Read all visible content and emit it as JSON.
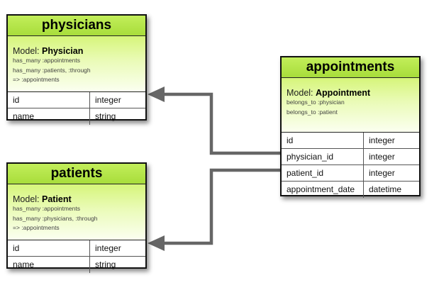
{
  "entities": {
    "physicians": {
      "title": "physicians",
      "model_prefix": "Model: ",
      "model_name": "Physician",
      "associations": [
        "has_many :appointments",
        "has_many :patients, :through",
        "=> :appointments"
      ],
      "fields": [
        {
          "name": "id",
          "type": "integer"
        },
        {
          "name": "name",
          "type": "string"
        }
      ]
    },
    "patients": {
      "title": "patients",
      "model_prefix": "Model: ",
      "model_name": "Patient",
      "associations": [
        "has_many :appointments",
        "has_many :physicians, :through",
        "=> :appointments"
      ],
      "fields": [
        {
          "name": "id",
          "type": "integer"
        },
        {
          "name": "name",
          "type": "string"
        }
      ]
    },
    "appointments": {
      "title": "appointments",
      "model_prefix": "Model: ",
      "model_name": "Appointment",
      "associations": [
        "belongs_to :physician",
        "belongs_to :patient"
      ],
      "fields": [
        {
          "name": "id",
          "type": "integer"
        },
        {
          "name": "physician_id",
          "type": "integer"
        },
        {
          "name": "patient_id",
          "type": "integer"
        },
        {
          "name": "appointment_date",
          "type": "datetime"
        }
      ]
    }
  },
  "relations": [
    {
      "from": "appointments.physician_id",
      "to": "physicians.id"
    },
    {
      "from": "appointments.patient_id",
      "to": "patients.id"
    }
  ],
  "colors": {
    "header_green": "#a8dd3b",
    "model_green": "#d6f57a",
    "connector": "#666666"
  }
}
